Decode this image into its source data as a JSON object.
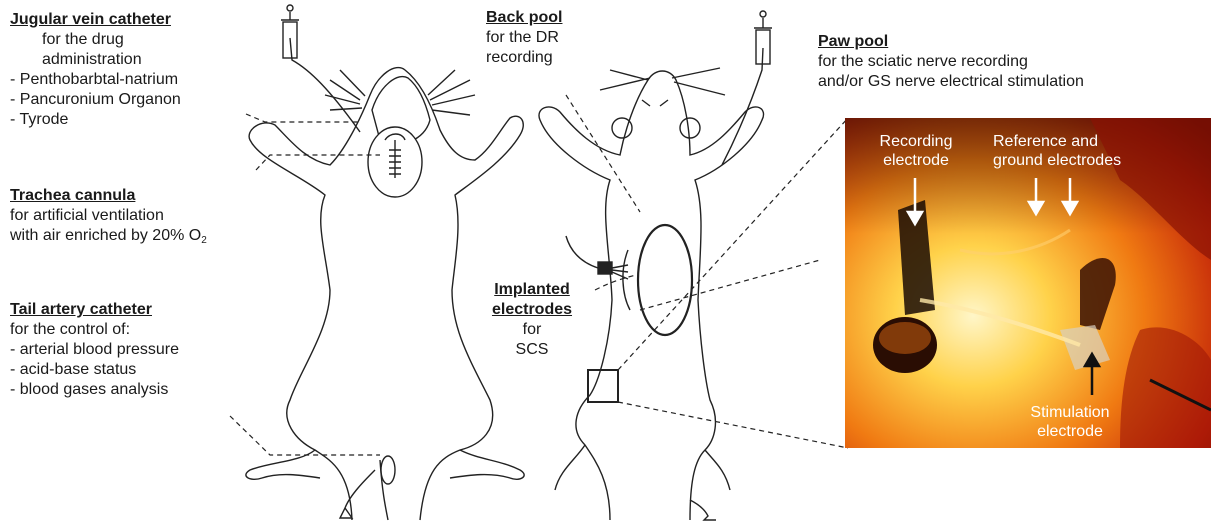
{
  "jugular": {
    "title": "Jugular vein catheter",
    "lines": [
      "for the drug",
      "administration"
    ],
    "drugs": [
      "- Penthobarbtal-natrium",
      "- Pancuronium Organon",
      "- Tyrode"
    ]
  },
  "trachea": {
    "title": "Trachea cannula",
    "line1": "for artificial ventilation",
    "line2_prefix": "with air enriched by 20% O",
    "line2_sub": "2"
  },
  "tail": {
    "title": "Tail artery catheter",
    "lines": [
      "for the control of:",
      "- arterial blood pressure",
      "- acid-base status",
      "- blood gases analysis"
    ]
  },
  "back_pool": {
    "title": "Back pool",
    "lines": [
      "for the DR",
      "recording"
    ]
  },
  "implanted": {
    "title_1": "Implanted",
    "title_2": "electrodes",
    "lines": [
      "for",
      "SCS"
    ]
  },
  "paw_pool": {
    "title": "Paw pool",
    "lines": [
      "for the sciatic nerve recording",
      "and/or GS nerve electrical stimulation"
    ]
  },
  "photo": {
    "recording": [
      "Recording",
      "electrode"
    ],
    "reference": [
      "Reference and",
      "ground electrodes"
    ],
    "stimulation": [
      "Stimulation",
      "electrode"
    ]
  },
  "colors": {
    "line": "#222222",
    "photo_red": "#c81e0a",
    "photo_orange": "#f08a1a",
    "photo_yellow": "#ffe9a0"
  }
}
